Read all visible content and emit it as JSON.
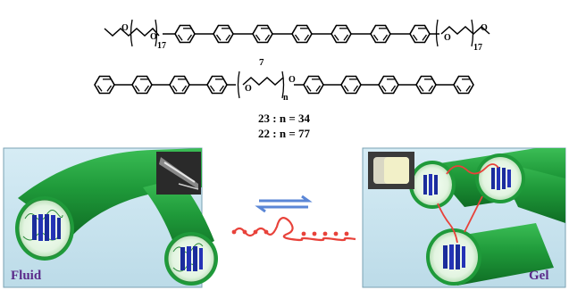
{
  "chem": {
    "top_repeat_left": "17",
    "top_repeat_right": "17",
    "bottom_repeat_top": "7",
    "bottom_repeat_sub": "n"
  },
  "legend": {
    "compound_23": "23 : n = 34",
    "compound_22": "22 : n = 77"
  },
  "panels": {
    "left_label": "Fluid",
    "right_label": "Gel"
  },
  "colors": {
    "panel_bg": "#c9e3ef",
    "tube": "#1f9a3a",
    "tube_dark": "#0f6d24",
    "rod": "#1b2c9c",
    "chain": "#e8423a",
    "label": "#5b2a8a",
    "arrow": "#5a86d6"
  },
  "icons": [
    "vial-photo-icon",
    "equilibrium-arrows-icon",
    "polymer-chain-icon"
  ]
}
